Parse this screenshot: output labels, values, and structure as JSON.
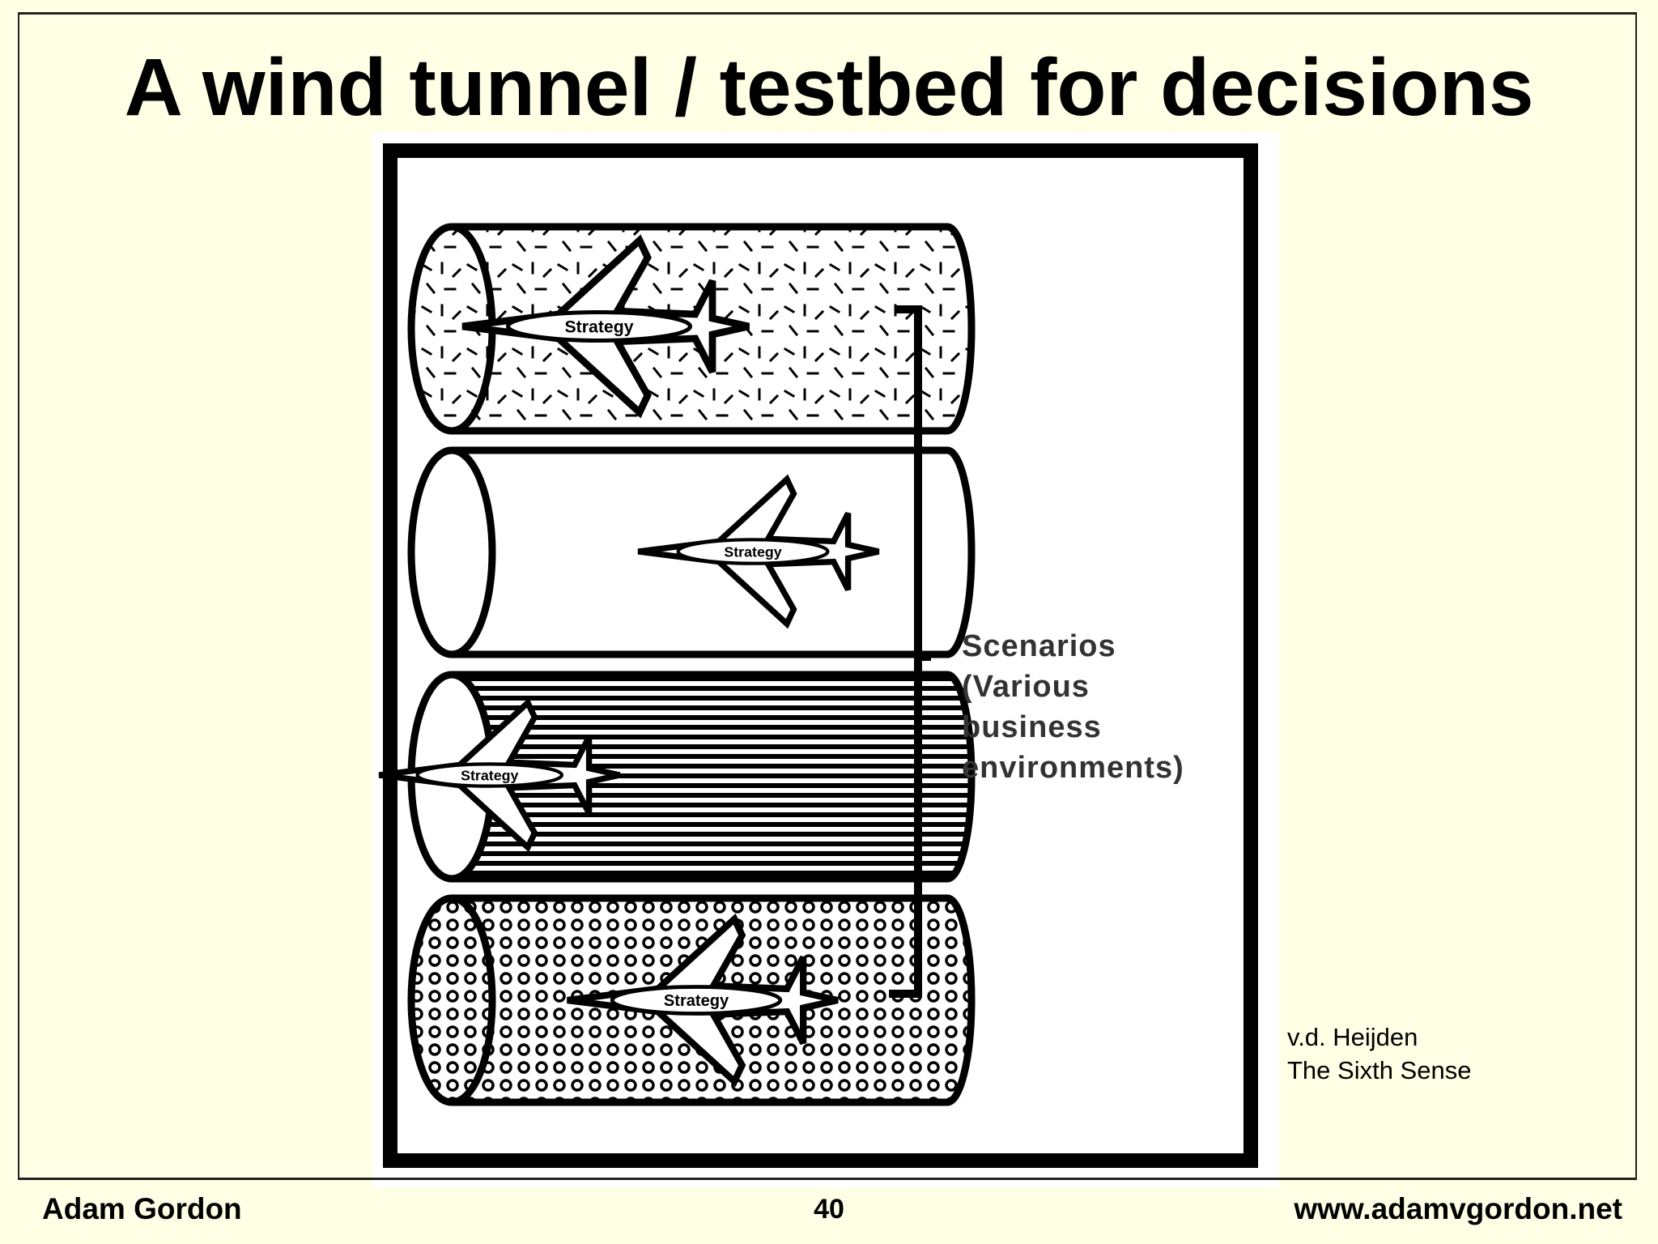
{
  "slide": {
    "title": "A wind tunnel / testbed for decisions",
    "diagram": {
      "plane_label": "Strategy",
      "scenario_label_lines": [
        "Scenarios",
        "(Various",
        "business",
        "environments)"
      ],
      "tunnels": [
        {
          "pattern": "scattered-dashes"
        },
        {
          "pattern": "plain"
        },
        {
          "pattern": "horizontal-stripes"
        },
        {
          "pattern": "circles"
        }
      ]
    },
    "citation": {
      "author": "v.d. Heijden",
      "work": "The Sixth Sense"
    }
  },
  "footer": {
    "author": "Adam Gordon",
    "page_number": "40",
    "website": "www.adamvgordon.net"
  }
}
